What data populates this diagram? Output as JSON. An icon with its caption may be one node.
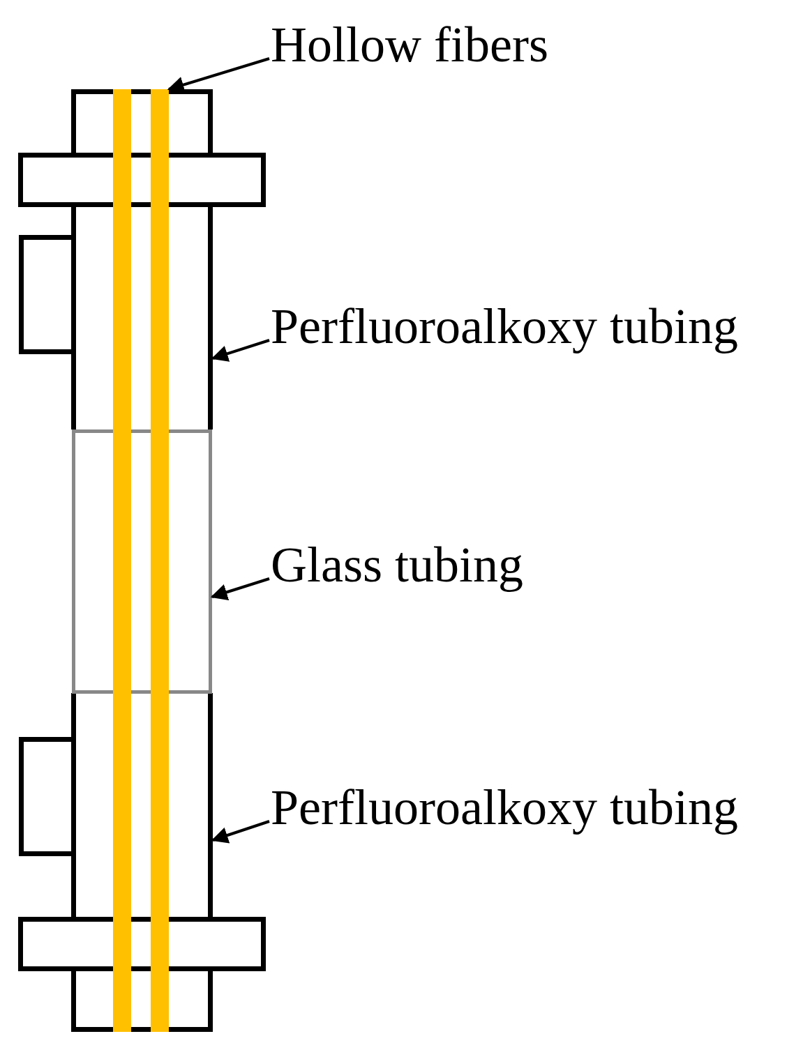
{
  "diagram": {
    "nodes": [
      {
        "text": [
          "Hollow fibers"
        ]
      },
      {
        "text": [],
        "shape": "bar"
      },
      {
        "text": [
          "Perfluoroalkoxy tubing"
        ]
      },
      {
        "text": [],
        "shape": "box"
      },
      {
        "text": [
          "Glass tubing"
        ]
      },
      {
        "text": [],
        "shape": "box"
      },
      {
        "text": [
          "Perfluoroalkoxy tubing"
        ]
      },
      {
        "text": [],
        "shape": "box"
      }
    ],
    "edges": [
      {
        "from": 0,
        "to": 1,
        "arrow": "to"
      },
      {
        "from": 2,
        "to": 3,
        "arrow": "to"
      },
      {
        "from": 4,
        "to": 5,
        "arrow": "to"
      },
      {
        "from": 6,
        "to": 7,
        "arrow": "to"
      }
    ]
  }
}
